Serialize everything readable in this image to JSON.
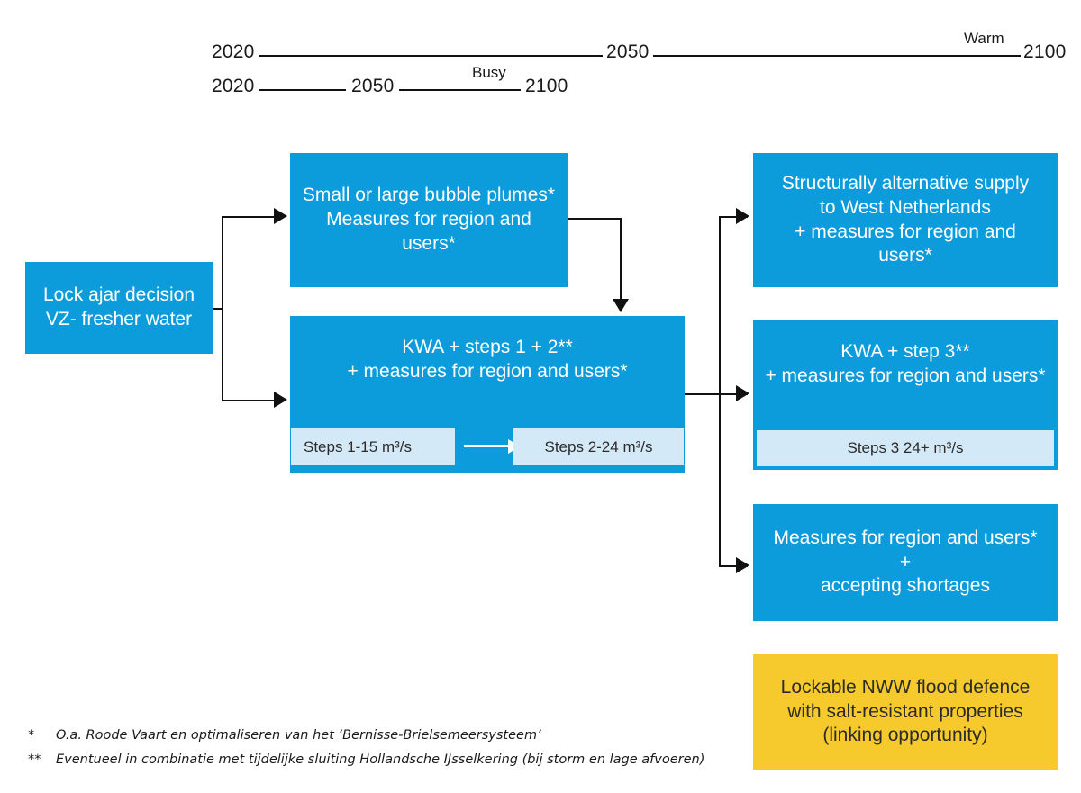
{
  "timeline": {
    "top": {
      "start_label": "2020",
      "mid_label": "2050",
      "end_label": "2100",
      "segment_label": "Warm"
    },
    "bottom": {
      "start_label": "2020",
      "mid_label": "2050",
      "end_label": "2100",
      "segment_label": "Busy"
    }
  },
  "nodes": {
    "start": {
      "label": "Lock ajar decision\nVZ- fresher water"
    },
    "bubble_plumes": {
      "label": "Small or large bubble plumes*\nMeasures for region and\nusers*"
    },
    "kwa_12": {
      "label": "KWA + steps 1 + 2**\n+ measures for region and users*",
      "chip_left": "Steps 1-15 m³/s",
      "chip_right": "Steps 2-24 m³/s"
    },
    "alt_supply": {
      "label": "Structurally alternative supply\nto West Netherlands\n+ measures for region and\nusers*"
    },
    "kwa_3": {
      "label": "KWA + step 3**\n+ measures for region and users*",
      "chip": "Steps 3 24+ m³/s"
    },
    "measures_shortages": {
      "label": "Measures for region and users*\n+\naccepting shortages"
    },
    "nww_flood_defence": {
      "label": "Lockable NWW flood defence\nwith salt-resistant properties\n(linking opportunity)"
    }
  },
  "footnotes": [
    {
      "mark": "*",
      "text": "O.a. Roode Vaart en optimaliseren van het ‘Bernisse-Brielsemeersysteem’"
    },
    {
      "mark": "**",
      "text": "Eventueel in combinatie met tijdelijke sluiting Hollandsche IJsselkering (bij storm en lage afvoeren)"
    }
  ],
  "colors": {
    "primary_blue": "#0d9cdb",
    "light_blue": "#d4e9f7",
    "yellow": "#f6c92c",
    "line": "#111111",
    "white": "#ffffff"
  }
}
